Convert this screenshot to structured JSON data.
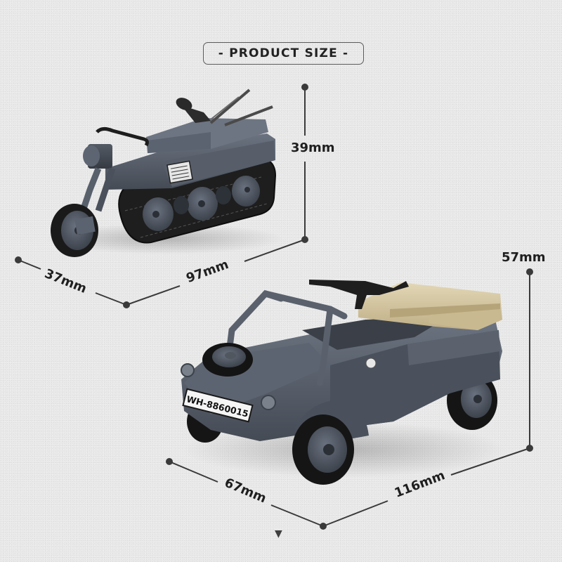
{
  "header": {
    "title": "- PRODUCT SIZE -"
  },
  "products": [
    {
      "name": "tracked motorcycle",
      "dimensions": {
        "width": "37mm",
        "length": "97mm",
        "height": "39mm"
      }
    },
    {
      "name": "kubelwagen",
      "license_plate": "WH-8860015",
      "dimensions": {
        "width": "67mm",
        "length": "116mm",
        "height": "57mm"
      }
    }
  ],
  "colors": {
    "background": "#e9e9e9",
    "line": "#3a3a3a",
    "vehicle_gray": "#4e5561",
    "vehicle_dark": "#3a4049",
    "tan": "#d2c4a0",
    "tire": "#1c1c1c"
  },
  "footer": {
    "indicator": "▼"
  }
}
